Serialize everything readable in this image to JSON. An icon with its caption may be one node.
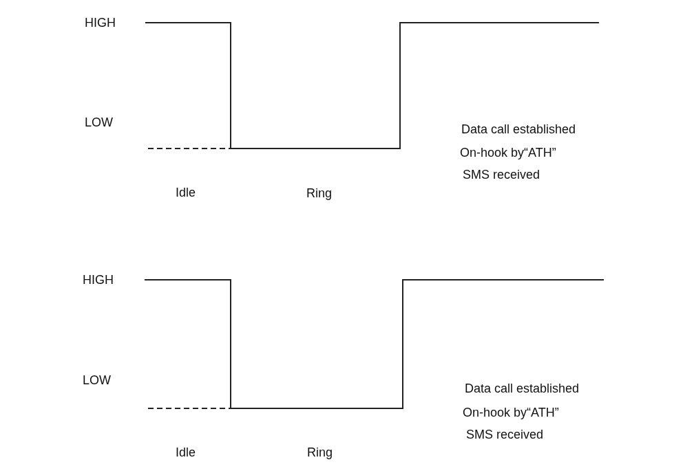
{
  "diagram": {
    "labels": [
      "HIGH",
      "LOW",
      "Data call established",
      "On-hook by“ATH”",
      "SMS received",
      "Idle",
      "Ring",
      "HIGH",
      "LOW",
      "Data call established",
      "On-hook by“ATH”",
      "SMS received",
      "Idle",
      "Ring"
    ]
  }
}
